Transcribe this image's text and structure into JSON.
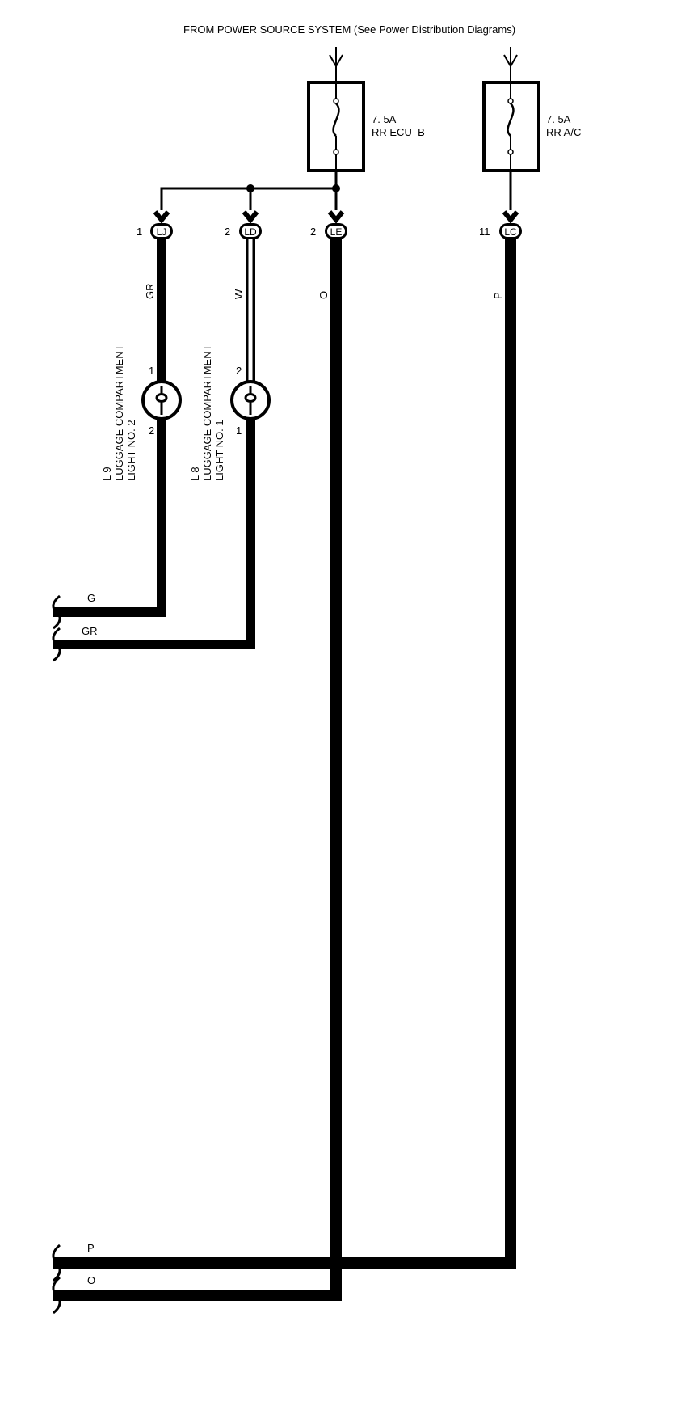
{
  "header": {
    "text": "FROM POWER SOURCE SYSTEM (See Power Distribution Diagrams)"
  },
  "fuses": [
    {
      "rating": "7. 5A",
      "name": "RR ECU–B"
    },
    {
      "rating": "7. 5A",
      "name": "RR A/C"
    }
  ],
  "connectors": [
    {
      "pin": "1",
      "id": "LJ"
    },
    {
      "pin": "2",
      "id": "LD"
    },
    {
      "pin": "2",
      "id": "LE"
    },
    {
      "pin": "11",
      "id": "LC"
    }
  ],
  "wire_colors": {
    "lj": "GR",
    "ld": "W",
    "le": "O",
    "lc": "P"
  },
  "lights": [
    {
      "code": "L 9",
      "line1": "LUGGAGE COMPARTMENT",
      "line2": "LIGHT NO. 2",
      "pin_in": "1",
      "pin_out": "2"
    },
    {
      "code": "L 8",
      "line1": "LUGGAGE COMPARTMENT",
      "line2": "LIGHT NO. 1",
      "pin_in": "2",
      "pin_out": "1"
    }
  ],
  "exits": [
    {
      "color": "G"
    },
    {
      "color": "GR"
    },
    {
      "color": "P"
    },
    {
      "color": "O"
    }
  ]
}
